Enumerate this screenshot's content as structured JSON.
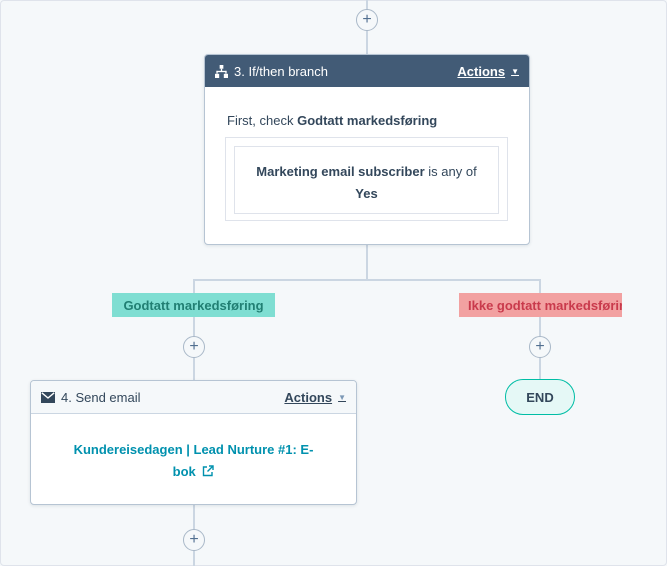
{
  "branch": {
    "header": {
      "icon": "branch-icon",
      "title": "3. If/then branch",
      "actions_label": "Actions"
    },
    "intro_prefix": "First, check",
    "intro_bold": "Godtatt markedsføring",
    "condition": {
      "property": "Marketing email subscriber",
      "operator": "is any of",
      "value": "Yes"
    }
  },
  "branches": {
    "left_label": "Godtatt markedsføring",
    "right_label": "Ikke godtatt markedsføring"
  },
  "email_action": {
    "header": {
      "icon": "envelope-icon",
      "title": "4. Send email",
      "actions_label": "Actions"
    },
    "email_line1": "Kundereisedagen | Lead Nurture #1: E-",
    "email_line2": "bok"
  },
  "end_label": "END",
  "add_label": "+",
  "colors": {
    "header_dark": "#425b76",
    "teal": "#0091ae",
    "green_tag": "#7fded2",
    "red_tag": "#f2a1a1"
  }
}
